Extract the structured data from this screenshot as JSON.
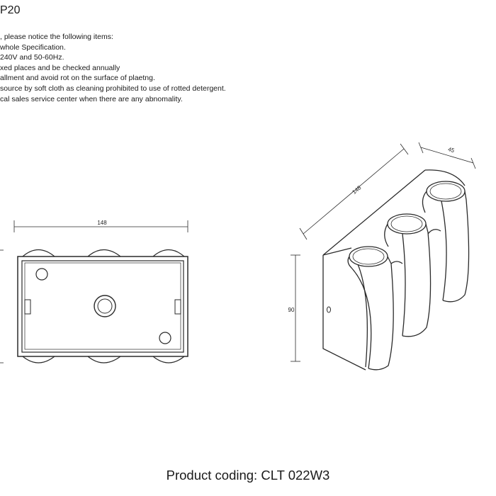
{
  "header": {
    "title": "P20"
  },
  "notes": [
    ", please notice the following items:",
    "whole Specification.",
    "240V and 50-60Hz.",
    "xed places and be checked annually",
    "allment and avoid rot on the surface of plaetng.",
    "source by soft cloth as cleaning prohibited to use of rotted detergent.",
    "cal sales service center when there are any abnomality."
  ],
  "dimensions": {
    "front_width": "148",
    "iso_length": "148",
    "iso_depth": "45",
    "iso_height": "90"
  },
  "footer": {
    "product_code": "Product coding: CLT 022W3"
  }
}
